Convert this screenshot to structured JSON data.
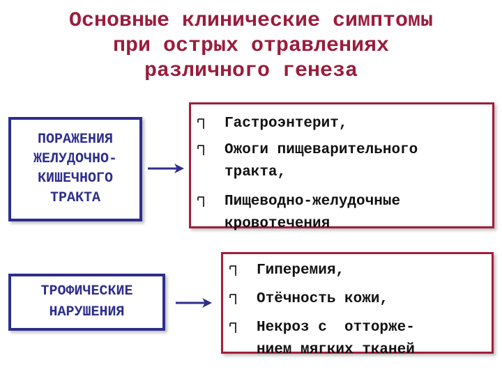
{
  "title": {
    "line1": "Основные клинические симптомы",
    "line2": "при острых отравлениях",
    "line3": "различного генеза"
  },
  "block1": {
    "label_lines": [
      "ПОРАЖЕНИЯ",
      "ЖЕЛУДОЧНО-",
      "КИШЕЧНОГО",
      "ТРАКТА"
    ],
    "items": [
      [
        "Гастроэнтерит,"
      ],
      [
        "Ожоги пищеварительного",
        "тракта,"
      ],
      [
        "Пищеводно-желудочные",
        "кровотечения"
      ]
    ]
  },
  "block2": {
    "label_lines": [
      "ТРОФИЧЕСКИЕ",
      "НАРУШЕНИЯ"
    ],
    "items": [
      [
        "Гиперемия,"
      ],
      [
        "Отёчность кожи,"
      ],
      [
        "Некроз с  отторже-",
        "нием мягких тканей"
      ]
    ]
  },
  "colors": {
    "title": "#9b1c3c",
    "label_box": "#2e2e8c",
    "list_box": "#a31d3b",
    "arrow": "#2e2e8c"
  },
  "icons": {
    "bullet": "square-bullet-icon",
    "arrow": "arrow-right-icon"
  }
}
